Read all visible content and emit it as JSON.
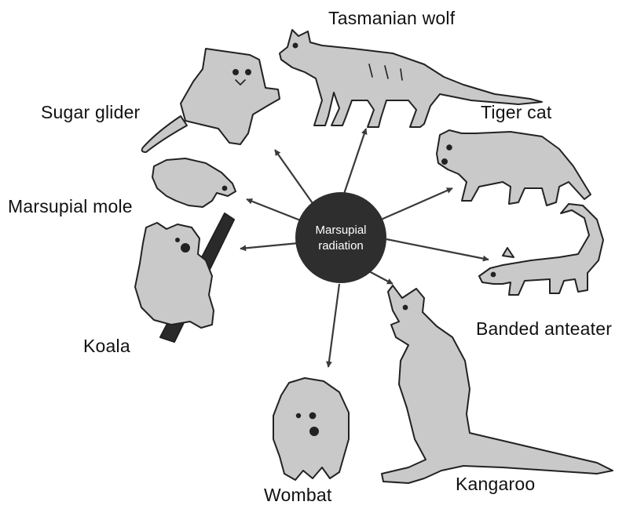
{
  "center": {
    "line1": "Marsupial",
    "line2": "radiation",
    "fill": "#2e2e2e"
  },
  "animals": [
    {
      "id": "tasmanian-wolf",
      "label": "Tasmanian wolf"
    },
    {
      "id": "sugar-glider",
      "label": "Sugar glider"
    },
    {
      "id": "tiger-cat",
      "label": "Tiger cat"
    },
    {
      "id": "marsupial-mole",
      "label": "Marsupial mole"
    },
    {
      "id": "banded-anteater",
      "label": "Banded anteater"
    },
    {
      "id": "koala",
      "label": "Koala"
    },
    {
      "id": "wombat",
      "label": "Wombat"
    },
    {
      "id": "kangaroo",
      "label": "Kangaroo"
    }
  ],
  "colors": {
    "fill": "#c9c9c9",
    "stroke": "#222222",
    "arrow": "#3a3a3a",
    "text": "#111111"
  }
}
